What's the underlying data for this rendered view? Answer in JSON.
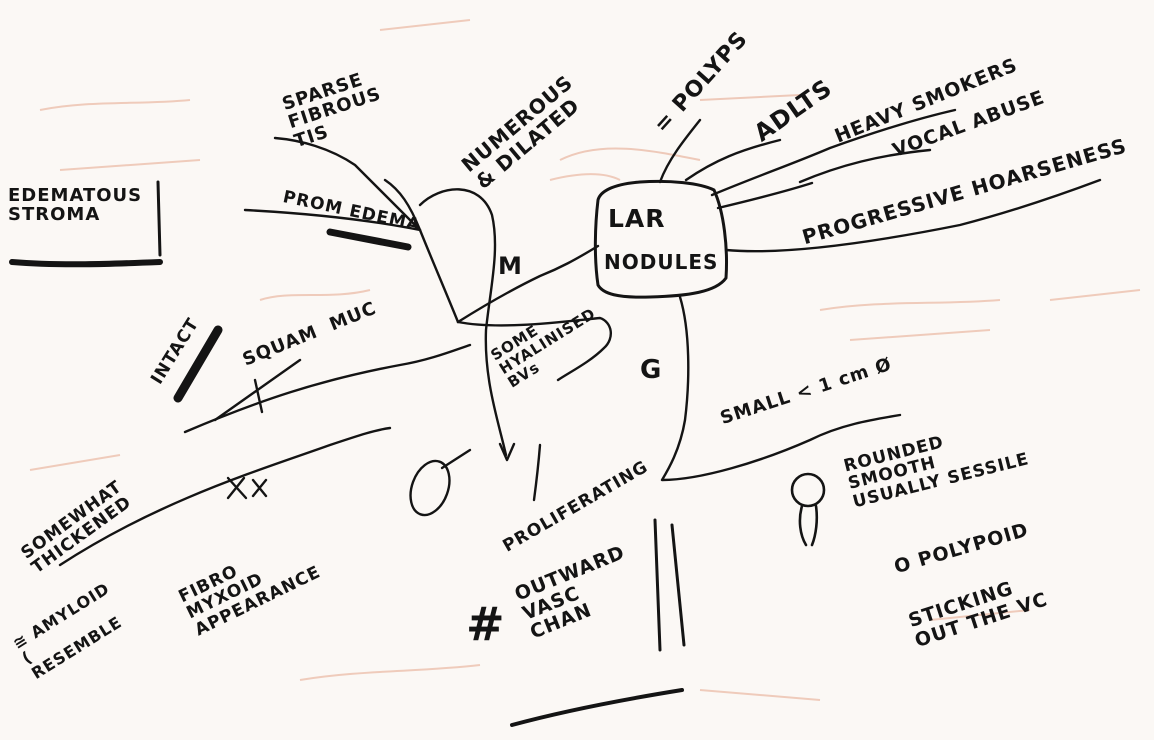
{
  "center_node": {
    "line1": "LAR",
    "line2": "NODULES"
  },
  "right_branches": {
    "polyps": "= POLYPS",
    "adults": "ADLTS",
    "heavy_smokers": "HEAVY SMOKERS",
    "vocal_abuse": "VOCAL ABUSE",
    "progressive_hoarseness": "PROGRESSIVE HOARSENESS"
  },
  "upper_left": {
    "sparse_fibrous": "SPARSE\nFIBROUS\nTIS",
    "numerous_dilated": "NUMEROUS\n& DILATED",
    "prom_edema": "PROM EDEMA",
    "edematous_stroma": "EDEMATOUS\nSTROMA",
    "m_label": "M"
  },
  "left_side": {
    "intact": "INTACT",
    "squam_muc": "SQUAM  MUC",
    "somewhat_thickened": "SOMEWHAT\nTHICKENED",
    "amyloid": "≅ AMYLOID\n(\nRESEMBLE",
    "fibro_myxoid": "FIBRO\nMYXOID\nAPPEARANCE"
  },
  "center_bottom": {
    "some_hyaline": "SOME\nHYALINISED\nBVs",
    "proliferating": "PROLIFERATING",
    "outward_vasc": "OUTWARD\nVASC\nCHAN",
    "hash": "#"
  },
  "right_lower": {
    "g_label": "G",
    "small": "SMALL < 1 cm Ø",
    "rounded": "ROUNDED\nSMOOTH\nUSUALLY SESSILE",
    "polypoid": "O POLYPOID",
    "sticking_out": "STICKING\nOUT THE VC"
  },
  "colors": {
    "ink": "#141414",
    "paper": "#fbf8f5",
    "ghost": "#e9c2b2"
  }
}
